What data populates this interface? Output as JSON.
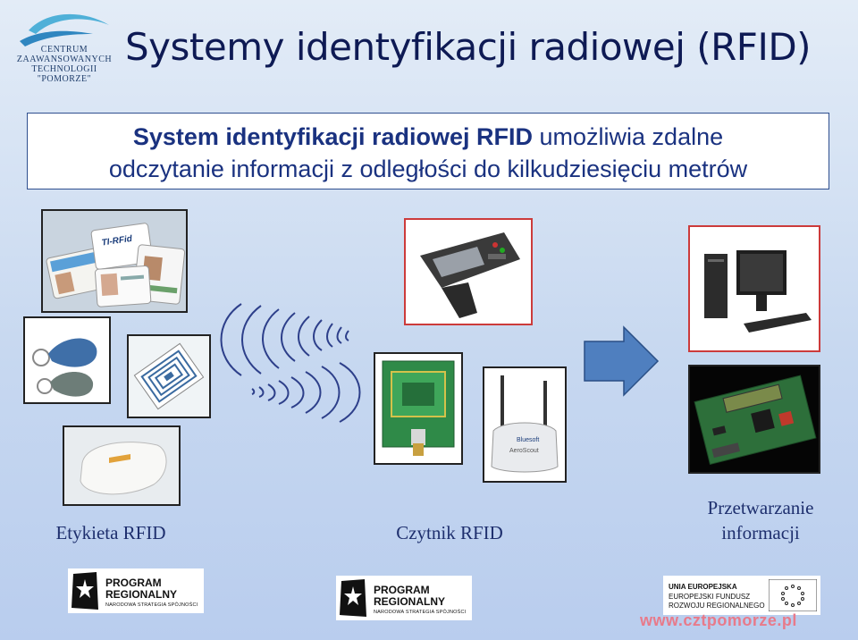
{
  "logo": {
    "lines": [
      "CENTRUM",
      "ZAAWANSOWANYCH",
      "TECHNOLOGII",
      "\"POMORZE\""
    ]
  },
  "title": "Systemy identyfikacji radiowej (RFID)",
  "infobox": {
    "bold_part": "System identyfikacji radiowej RFID",
    "rest_line1": " umożliwia zdalne",
    "line2": "odczytanie informacji z odległości do kilkudziesięciu metrów"
  },
  "images": {
    "cards_labels": [
      "TI-RFid"
    ],
    "hub_label": "Bluesoft",
    "hub_label2": "AeroScout"
  },
  "captions": {
    "tag": "Etykieta RFID",
    "reader": "Czytnik RFID",
    "processing_line1": "Przetwarzanie",
    "processing_line2": "informacji"
  },
  "footer": {
    "program1": {
      "line1": "PROGRAM",
      "line2": "REGIONALNY",
      "line3": "NARODOWA STRATEGIA SPÓJNOŚCI"
    },
    "program2": {
      "line1": "PROGRAM",
      "line2": "REGIONALNY",
      "line3": "NARODOWA STRATEGIA SPÓJNOŚCI"
    },
    "eu": {
      "line1": "UNIA EUROPEJSKA",
      "line2": "EUROPEJSKI FUNDUSZ",
      "line3": "ROZWOJU REGIONALNEGO"
    },
    "url": "www.cztpomorze.pl"
  },
  "colors": {
    "title": "#0e1a54",
    "infobox_text": "#1a3280",
    "arrow": "#4f7fbf",
    "url": "#e87a8a"
  }
}
